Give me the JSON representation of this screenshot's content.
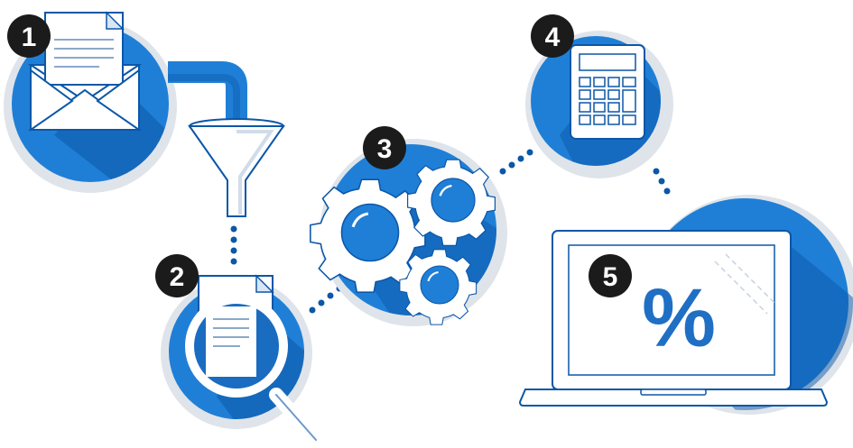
{
  "colors": {
    "primary_blue": "#1f7fd6",
    "dark_blue": "#0b57a8",
    "light_blue": "#3d9be6",
    "ring_gray": "#dfe4ea",
    "badge": "#1b1b1b",
    "white": "#ffffff"
  },
  "steps": [
    {
      "number": "1",
      "icon": "envelope-letter-icon"
    },
    {
      "number": "2",
      "icon": "magnifier-document-icon"
    },
    {
      "number": "3",
      "icon": "gears-icon"
    },
    {
      "number": "4",
      "icon": "calculator-icon"
    },
    {
      "number": "5",
      "icon": "laptop-percent-icon"
    }
  ],
  "percent_symbol": "%"
}
